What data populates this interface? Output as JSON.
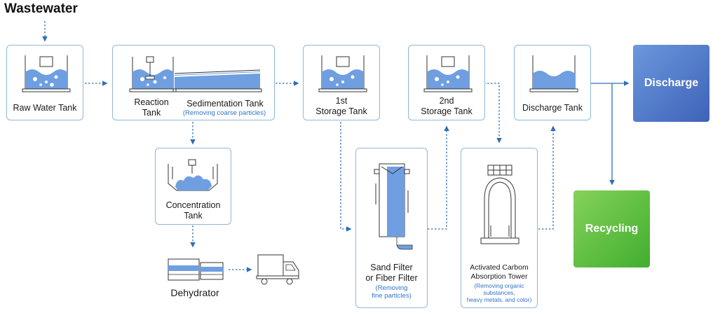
{
  "title": "Wastewater",
  "nodes": {
    "raw_water_tank": "Raw Water Tank",
    "reaction_tank": "Reaction\nTank",
    "sedimentation_tank": "Sedimentation Tank",
    "sedimentation_note": "(Removing coarse particles)",
    "storage_tank_1": "1st\nStorage Tank",
    "storage_tank_2": "2nd\nStorage Tank",
    "discharge_tank": "Discharge Tank",
    "concentration_tank": "Concentration\nTank",
    "dehydrator": "Dehydrator",
    "sand_filter": "Sand Filter\nor Fiber Filter",
    "sand_filter_note": "(Removing\nfine particles)",
    "carbon_tower": "Activated Carbom\nAbsorption Tower",
    "carbon_tower_note": "(Removing organic\nsubstances,\nheavy metals, and color)"
  },
  "outputs": {
    "discharge": "Discharge",
    "recycling": "Recycling"
  },
  "colors": {
    "box_border": "#8fb8d8",
    "arrow": "#2f6fb8",
    "water": "#6f9fe0",
    "discharge_bg": "#4a74c9",
    "recycling_bg": "#4fb84a",
    "note_text": "#2f74c8"
  }
}
